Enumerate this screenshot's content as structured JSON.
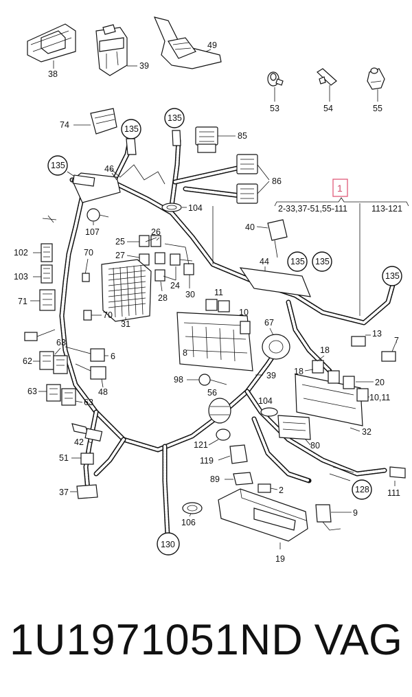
{
  "labels": {
    "l38": "38",
    "l39": "39",
    "l49": "49",
    "l53": "53",
    "l54": "54",
    "l55": "55",
    "l74": "74",
    "l85": "85",
    "l86": "86",
    "l46": "46",
    "l104a": "104",
    "l107": "107",
    "l26": "26",
    "l25": "25",
    "l27": "27",
    "l24": "24",
    "l28": "28",
    "l30": "30",
    "l102": "102",
    "l103": "103",
    "l71": "71",
    "l70a": "70",
    "l70b": "70",
    "l31": "31",
    "l40": "40",
    "l44": "44",
    "l11": "11",
    "l10": "10",
    "l8": "8",
    "l67": "67",
    "l13": "13",
    "l7": "7",
    "l18a": "18",
    "l18b": "18",
    "l20": "20",
    "l1011": "10,11",
    "l63a": "63",
    "l62": "62",
    "l6": "6",
    "l48": "48",
    "l63b": "63",
    "l63c": "63",
    "l98": "98",
    "l39b": "39",
    "l56": "56",
    "l104b": "104",
    "l42": "42",
    "l32": "32",
    "l121": "121",
    "l80": "80",
    "l119": "119",
    "l51": "51",
    "l89": "89",
    "l2": "2",
    "l111": "111",
    "l37": "37",
    "l9": "9",
    "l106": "106",
    "l19": "19"
  },
  "bubbles": {
    "b135a": "135",
    "b135b": "135",
    "b135c": "135",
    "b135d": "135",
    "b135e": "135",
    "b135f": "135",
    "b128": "128",
    "b130": "130"
  },
  "group_callout": {
    "marker": "1",
    "range_left": "2-33,37-51,55-111",
    "range_right": "113-121"
  },
  "colors": {
    "highlight": "#e05a7a",
    "ink": "#111111"
  },
  "footer": {
    "part_number": "1U1971051ND",
    "brand": "VAG"
  }
}
